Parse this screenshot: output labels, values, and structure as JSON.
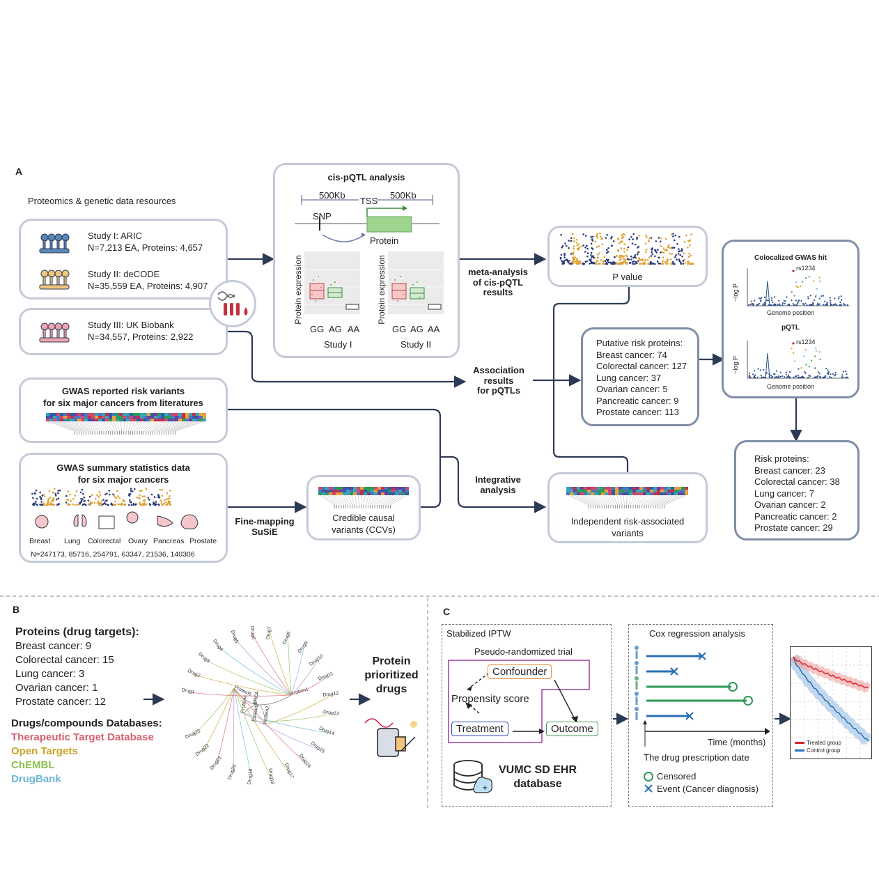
{
  "panelA": {
    "label": "A",
    "resources_title": "Proteomics & genetic data resources",
    "studies": [
      {
        "name": "Study I: ARIC",
        "detail": "N=7,213 EA, Proteins: 4,657"
      },
      {
        "name": "Study II: deCODE",
        "detail": "N=35,559 EA, Proteins: 4,907"
      },
      {
        "name": "Study III: UK Biobank",
        "detail": "N=34,557, Proteins: 2,922"
      }
    ],
    "cis": {
      "title": "cis-pQTL analysis",
      "left_kb": "500Kb",
      "right_kb": "500Kb",
      "tss": "TSS",
      "snp": "SNP",
      "protein": "Protein",
      "ylabel": "Protein expression",
      "genotypes": [
        "GG",
        "AG",
        "AA"
      ],
      "study1": "Study I",
      "study2": "Study II"
    },
    "meta_label": [
      "meta-analysis",
      "of cis-pQTL",
      "results"
    ],
    "pvalue": "P value",
    "assoc_label": [
      "Association",
      "results",
      "for pQTLs"
    ],
    "putative": {
      "title": "Putative risk proteins:",
      "items": [
        "Breast cancer: 74",
        "Colorectal cancer: 127",
        "Lung cancer: 37",
        "Ovarian cancer: 5",
        "Pancreatic cancer: 9",
        "Prostate cancer: 113"
      ]
    },
    "coloc": {
      "title1": "Colocalized GWAS hit",
      "snp1": "rs1234",
      "title2": "pQTL",
      "snp2": "rs1234",
      "ylabel": "−log P",
      "xlabel": "Genome position"
    },
    "risk": {
      "title": "Risk proteins:",
      "items": [
        "Breast cancer: 23",
        "Colorectal cancer: 38",
        "Lung cancer: 7",
        "Ovarian cancer: 2",
        "Pancreatic cancer: 2",
        "Prostate cancer: 29"
      ]
    },
    "gwas_reported": [
      "GWAS reported risk variants",
      "for six major cancers  from literatures"
    ],
    "gwas_summary": [
      "GWAS summary statistics data",
      "for six major cancers"
    ],
    "organs": [
      "Breast",
      "Lung",
      "Colorectal",
      "Ovary",
      "Pancreas",
      "Prostate"
    ],
    "sample_sizes": "N=247173,  85716,  254791,  63347,  21536,  140306",
    "finemap_label": [
      "Fine-mapping",
      "SuSiE"
    ],
    "ccv": [
      "Credible causal",
      "variants (CCVs)"
    ],
    "integrative_label": [
      "Integrative",
      "analysis"
    ],
    "independent": [
      "Independent risk-associated",
      "variants"
    ]
  },
  "panelB": {
    "label": "B",
    "title": "Proteins (drug targets):",
    "items": [
      "Breast cancer: 9",
      "Colorectal cancer: 15",
      "Lung cancer: 3",
      "Ovarian cancer: 1",
      "Prostate cancer: 12"
    ],
    "db_title": "Drugs/compounds Databases:",
    "databases": [
      "Therapeutic Target Database",
      "Open Targets",
      "ChEMBL",
      "DrugBank"
    ],
    "db_colors": [
      "#d95f6e",
      "#c9a227",
      "#8cc14d",
      "#6bb6d6"
    ],
    "tree_center": "BRCA",
    "proteins": [
      "Protein1",
      "Protein2",
      "Protein3",
      "Protein4",
      "Protein5"
    ],
    "drugs": [
      "Drug1",
      "Drug2",
      "Drug3",
      "Drug4",
      "Drug5",
      "Drug6",
      "Drug7",
      "Drug8",
      "Drug9",
      "Drug10",
      "Drug11",
      "Drug12",
      "Drug13",
      "Drug14",
      "Drug15",
      "Drug16",
      "Drug17",
      "Drug18",
      "Drug19",
      "Drug20",
      "Drug21",
      "Drug22",
      "Drug23"
    ],
    "output": [
      "Protein",
      "prioritized",
      "drugs"
    ]
  },
  "panelC": {
    "label": "C",
    "iptw_title": "Stabilized IPTW",
    "pseudo": "Pseudo-randomized trial",
    "confounder": "Confounder",
    "propensity": "Propensity score",
    "treatment": "Treatment",
    "outcome": "Outcome",
    "ehr": [
      "VUMC SD EHR",
      "database"
    ],
    "cox_title": "Cox regression analysis",
    "time_label": "Time (months)",
    "prescription": "The drug prescription date",
    "censored": "Censored",
    "event": "Event (Cancer diagnosis)",
    "km_legend": [
      "Treated group",
      "Control group"
    ],
    "km_colors": [
      "#d9262c",
      "#2a6fb5"
    ]
  }
}
